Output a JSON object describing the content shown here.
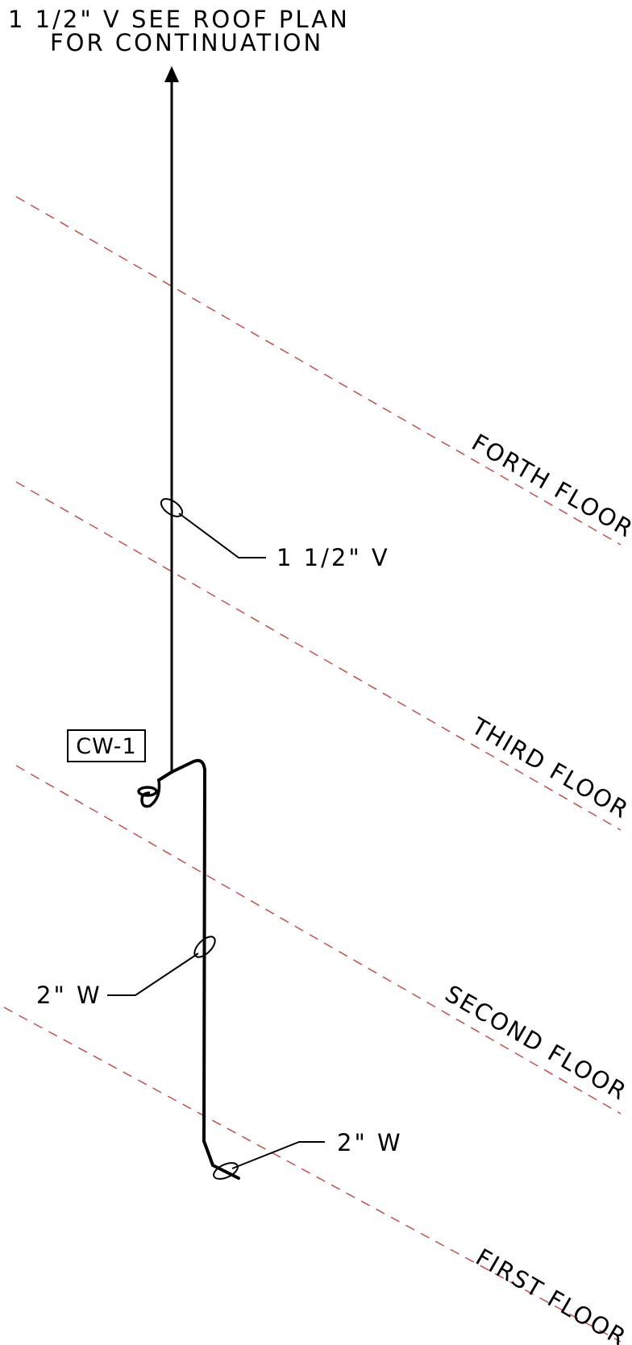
{
  "header_note": {
    "line1": "1  1/2\"  V  SEE  ROOF  PLAN",
    "line2": "FOR  CONTINUATION"
  },
  "pipe_labels": {
    "vent": "1  1/2\"  V",
    "waste_left": "2\"  W",
    "waste_right": "2\"  W"
  },
  "fixture_tag": "CW-1",
  "floors": [
    {
      "label": "FORTH  FLOOR"
    },
    {
      "label": "THIRD  FLOOR"
    },
    {
      "label": "SECOND  FLOOR"
    },
    {
      "label": "FIRST  FLOOR"
    }
  ],
  "colors": {
    "floor_line": "#c0504d",
    "pipe": "#000000"
  }
}
